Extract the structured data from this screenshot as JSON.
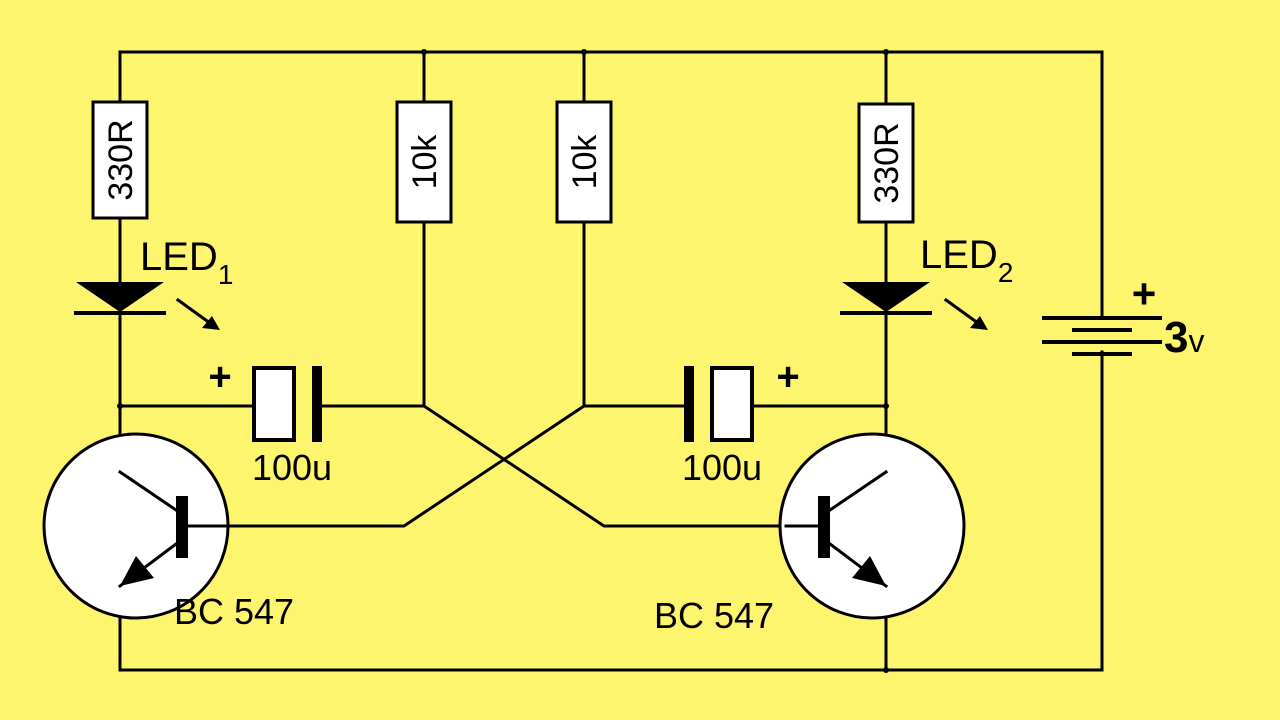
{
  "resistors": {
    "r1_value": "330R",
    "r2_value": "10k",
    "r3_value": "10k",
    "r4_value": "330R"
  },
  "leds": {
    "led1": {
      "name": "LED",
      "sub": "1"
    },
    "led2": {
      "name": "LED",
      "sub": "2"
    }
  },
  "capacitors": {
    "c1": {
      "value": "100u",
      "polarity": "+"
    },
    "c2": {
      "value": "100u",
      "polarity": "+"
    }
  },
  "transistors": {
    "q1": "BC 547",
    "q2": "BC 547"
  },
  "battery": {
    "voltage_number": "3",
    "voltage_unit": "v",
    "polarity": "+"
  },
  "colors": {
    "background": "#fdf56e",
    "component_fill": "#ffffff",
    "line": "#000000"
  }
}
